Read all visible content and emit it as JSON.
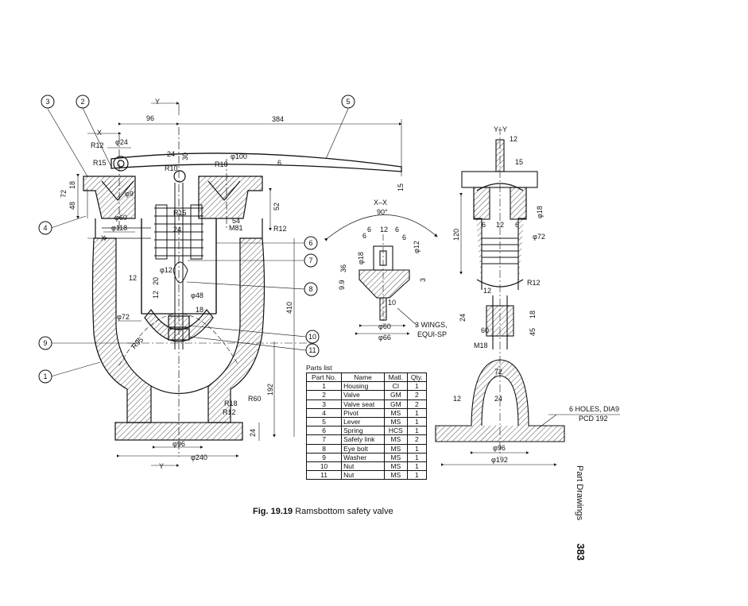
{
  "figure": {
    "label": "Fig. 19.19",
    "caption": "Ramsbottom safety valve",
    "section": "Part Drawings",
    "page_number": "383"
  },
  "views": {
    "section_xx": "X–X",
    "section_yy": "Y–Y",
    "marker_x": "X",
    "marker_y": "Y"
  },
  "balloons": [
    "1",
    "2",
    "3",
    "4",
    "5",
    "6",
    "7",
    "8",
    "9",
    "10",
    "11"
  ],
  "dimensions": {
    "front": {
      "d96": "96",
      "d384": "384",
      "r12a": "R12",
      "d24top": "φ24",
      "r15": "R15",
      "d24b": "24",
      "r10a": "R10",
      "r10b": "R10",
      "d100": "φ100",
      "d6": "6",
      "d15": "15",
      "d30": "30",
      "d18a": "18",
      "d72": "72",
      "d48": "48",
      "d9a": "φ9",
      "d60": "φ60",
      "d118": "φ118",
      "r15b": "R15",
      "d24c": "24",
      "d54": "54",
      "m81": "M81",
      "r12b": "R12",
      "d52": "52",
      "d12a": "12",
      "d12b": "φ12",
      "d48b": "φ48",
      "d18b": "18",
      "d72b": "φ72",
      "r95": "R95",
      "d410": "410",
      "d192": "192",
      "r60": "R60",
      "r18": "R18",
      "r12c": "R12",
      "d24d": "24",
      "d96b": "φ96",
      "d240": "φ240",
      "d20": "20",
      "d12c": "12"
    },
    "xx": {
      "angle": "90°",
      "d6a": "6",
      "d12": "12",
      "d6b": "6",
      "d6c": "6",
      "d18": "φ18",
      "d12b": "φ12",
      "d36": "36",
      "d9": "9.9",
      "d3": "3",
      "d10": "10",
      "d60": "φ60",
      "d66": "φ66",
      "wings1": "3 WINGS,",
      "wings2": "EQUI-SP"
    },
    "yy": {
      "d12": "12",
      "d15": "15",
      "d18": "φ18",
      "d120": "120",
      "d6a": "6",
      "d12b": "12",
      "d6b": "6",
      "d72": "φ72",
      "r12": "R12",
      "d12c": "12",
      "d24": "24",
      "d60": "60",
      "m18": "M18",
      "d45": "45",
      "d18b": "18",
      "d72b": "72",
      "d12d": "12",
      "d24b": "24",
      "holes1": "6 HOLES, DIA9",
      "holes2": "PCD 192",
      "d96": "φ96",
      "d192": "φ192"
    }
  },
  "parts_list": {
    "title": "Parts list",
    "headers": [
      "Part No.",
      "Name",
      "Matl.",
      "Qty."
    ],
    "rows": [
      [
        "1",
        "Housing",
        "CI",
        "1"
      ],
      [
        "2",
        "Valve",
        "GM",
        "2"
      ],
      [
        "3",
        "Valve seat",
        "GM",
        "2"
      ],
      [
        "4",
        "Pivot",
        "MS",
        "1"
      ],
      [
        "5",
        "Lever",
        "MS",
        "1"
      ],
      [
        "6",
        "Spring",
        "HCS",
        "1"
      ],
      [
        "7",
        "Safety link",
        "MS",
        "2"
      ],
      [
        "8",
        "Eye bolt",
        "MS",
        "1"
      ],
      [
        "9",
        "Washer",
        "MS",
        "1"
      ],
      [
        "10",
        "Nut",
        "MS",
        "1"
      ],
      [
        "11",
        "Nut",
        "MS",
        "1"
      ]
    ]
  }
}
